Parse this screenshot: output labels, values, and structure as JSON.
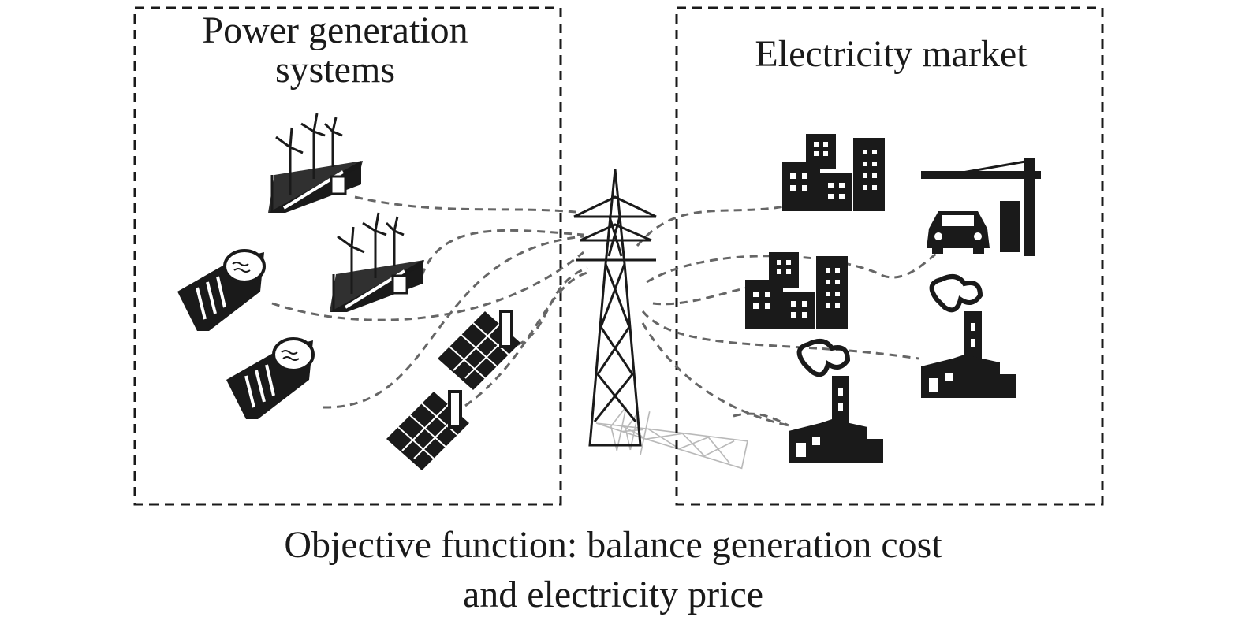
{
  "left_panel": {
    "title_line1": "Power generation",
    "title_line2": "systems"
  },
  "right_panel": {
    "title": "Electricity market"
  },
  "caption": {
    "line1": "Objective function: balance generation cost",
    "line2": "and electricity price"
  },
  "colors": {
    "ink": "#1a1a1a",
    "dash": "#666666",
    "faded": "#bdbdbd"
  }
}
